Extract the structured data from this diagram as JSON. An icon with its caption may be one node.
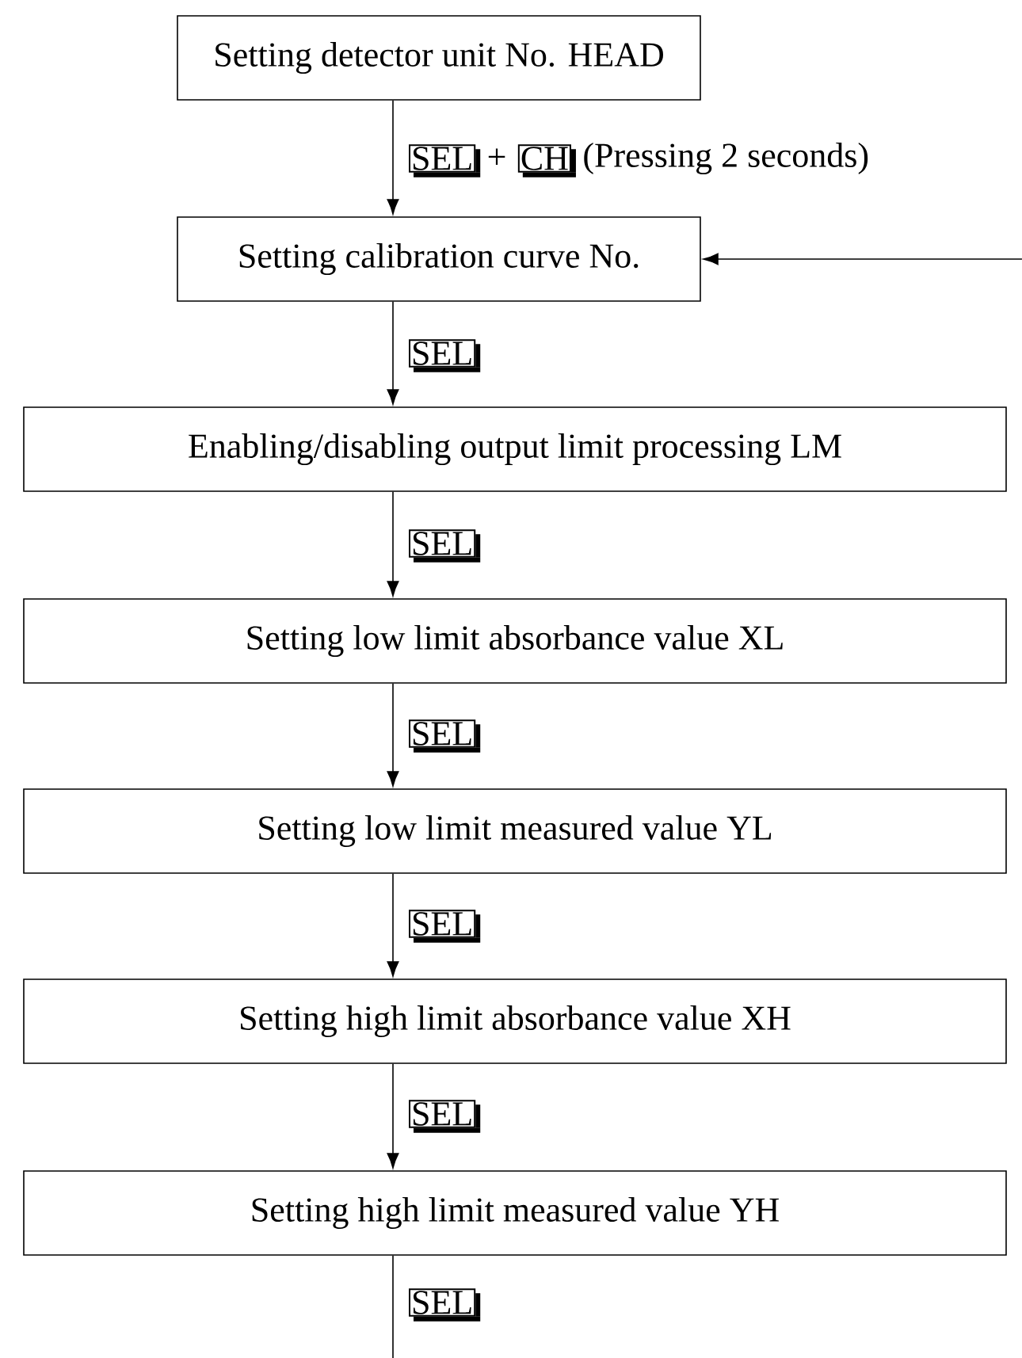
{
  "diagram": {
    "nodes": [
      {
        "text": [
          "Setting detector unit No. HEAD"
        ]
      },
      {
        "text": [
          "Setting calibration curve No."
        ]
      },
      {
        "text": [
          "Enabling/disabling output limit processing LM"
        ]
      },
      {
        "text": [
          "Setting low limit absorbance value XL"
        ]
      },
      {
        "text": [
          "Setting low limit measured value YL"
        ]
      },
      {
        "text": [
          "Setting high limit absorbance value XH"
        ]
      },
      {
        "text": [
          "Setting high limit measured value YH"
        ]
      }
    ],
    "edges": [
      {
        "from": 0,
        "to": 1,
        "arrow": "to"
      },
      {
        "from": 1,
        "to": 2,
        "arrow": "to"
      },
      {
        "from": 2,
        "to": 3,
        "arrow": "to"
      },
      {
        "from": 3,
        "to": 4,
        "arrow": "to"
      },
      {
        "from": 4,
        "to": 5,
        "arrow": "to"
      },
      {
        "from": 5,
        "to": 6,
        "arrow": "to"
      },
      {
        "from": null,
        "to": 1,
        "arrow": "to"
      },
      {
        "from": 6,
        "to": null,
        "arrow": "none"
      }
    ],
    "labels": [
      "SEL",
      "+",
      "CH",
      "(Pressing 2 seconds)",
      "SEL",
      "SEL",
      "SEL",
      "SEL",
      "SEL",
      "SEL"
    ]
  }
}
